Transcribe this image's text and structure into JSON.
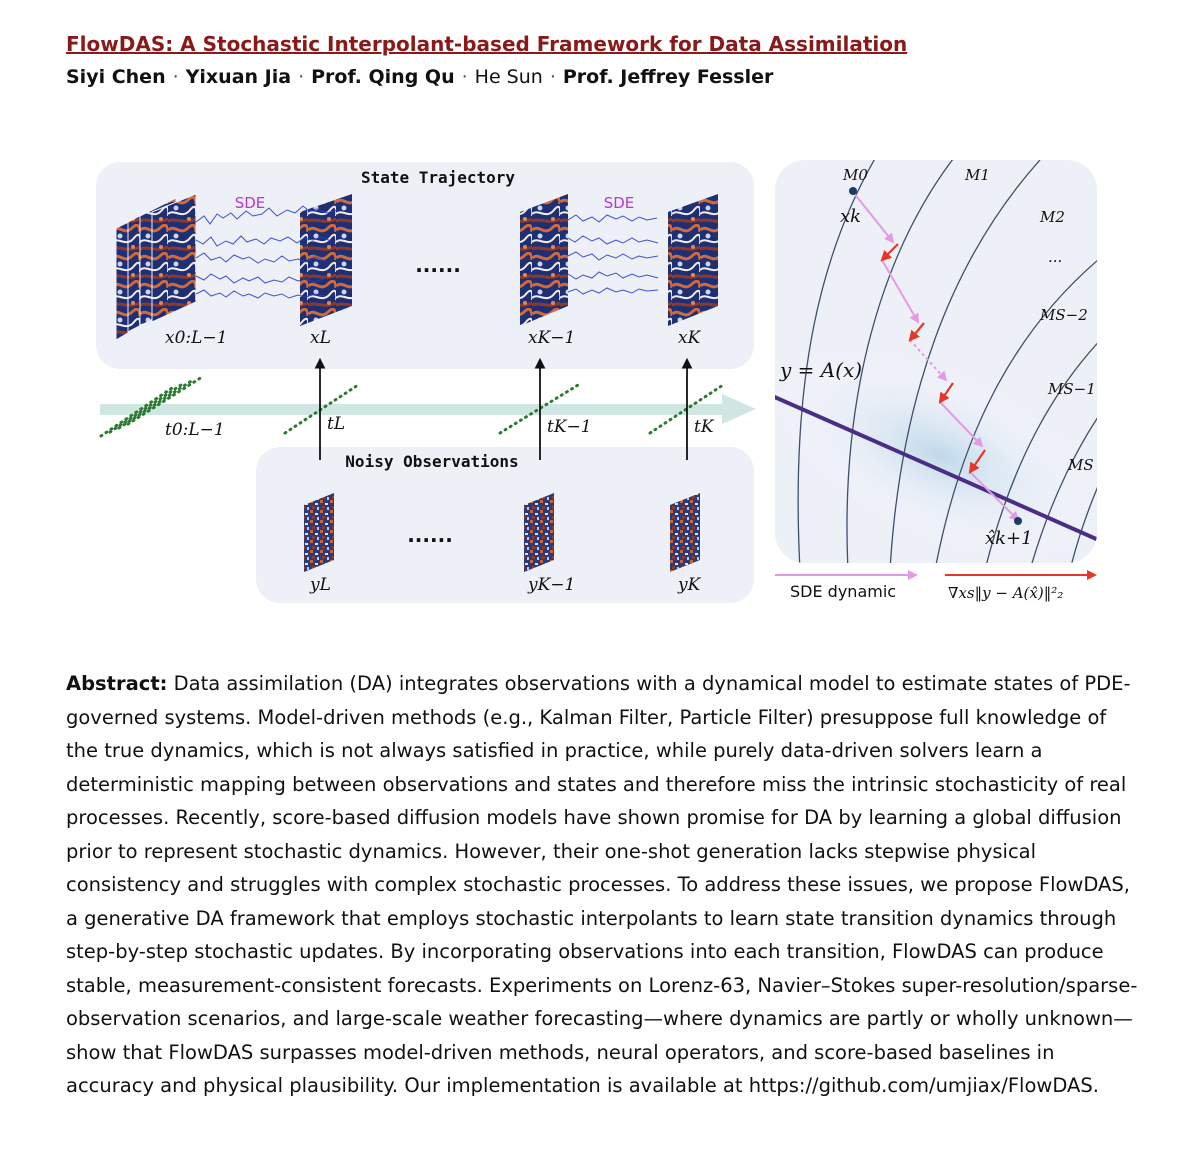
{
  "paper": {
    "title": "FlowDAS: A Stochastic Interpolant-based Framework for Data Assimilation",
    "authors": [
      {
        "name": "Siyi Chen",
        "bold": true
      },
      {
        "name": "Yixuan Jia",
        "bold": true
      },
      {
        "name": "Prof. Qing Qu",
        "bold": true
      },
      {
        "name": "He Sun",
        "bold": false
      },
      {
        "name": "Prof. Jeffrey Fessler",
        "bold": true
      }
    ],
    "author_separator": "·"
  },
  "figure": {
    "state_panel_label": "State Trajectory",
    "obs_panel_label": "Noisy Observations",
    "sde_label": "SDE",
    "ellipsis": "......",
    "state_labels": [
      "x0:L−1",
      "xL",
      "xK−1",
      "xK"
    ],
    "time_labels": [
      "t0:L−1",
      "tL",
      "tK−1",
      "tK"
    ],
    "obs_labels": [
      "yL",
      "yK−1",
      "yK"
    ],
    "manifold_labels": [
      "M0",
      "M1",
      "M2",
      "...",
      "MS−2",
      "MS−1",
      "MS"
    ],
    "xk_label": "xk",
    "xhat_label": "x̂k+1",
    "constraint_label": "y = A(x)",
    "legend_sde": "SDE dynamic",
    "legend_grad": "∇xs‖y − A(x̂)‖²₂",
    "colors": {
      "panel": "#eef0f8",
      "sde_text": "#b23ad0",
      "sde_paths": "#2b3fc9",
      "timeline": "#cfe6e2",
      "dots": "#2d7a33",
      "pink_arrow": "#e39ae6",
      "red_arrow": "#e5362a",
      "constraint": "#4a2d85",
      "title": "#8a1a1a"
    }
  },
  "abstract": {
    "label": "Abstract:",
    "text": "Data assimilation (DA) integrates observations with a dynamical model to estimate states of PDE-governed systems. Model-driven methods (e.g., Kalman Filter, Particle Filter) presuppose full knowledge of the true dynamics, which is not always satisfied in practice, while purely data-driven solvers learn a deterministic mapping between observations and states and therefore miss the intrinsic stochasticity of real processes. Recently, score-based diffusion models have shown promise for DA by learning a global diffusion prior to represent stochastic dynamics. However, their one-shot generation lacks stepwise physical consistency and struggles with complex stochastic processes. To address these issues, we propose FlowDAS, a generative DA framework that employs stochastic interpolants to learn state transition dynamics through step-by-step stochastic updates. By incorporating observations into each transition, FlowDAS can produce stable, measurement-consistent forecasts. Experiments on Lorenz-63, Navier–Stokes super-resolution/sparse-observation scenarios, and large-scale weather forecasting—where dynamics are partly or wholly unknown—show that FlowDAS surpasses model-driven methods, neural operators, and score-based baselines in accuracy and physical plausibility. Our implementation is available at https://github.com/umjiax/FlowDAS."
  }
}
